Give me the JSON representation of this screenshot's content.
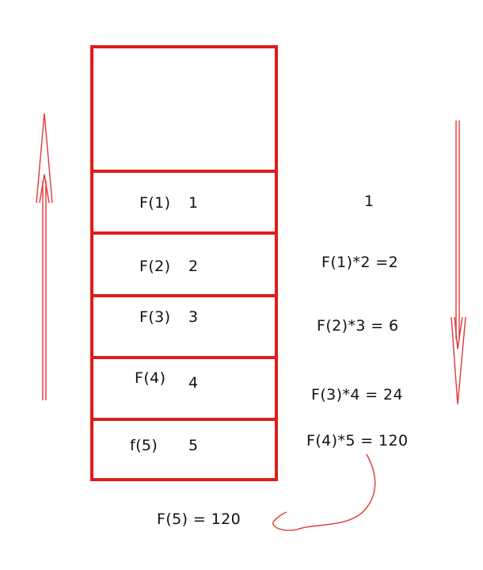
{
  "stack": {
    "frames": [
      {
        "name": "F(1)",
        "value": "1"
      },
      {
        "name": "F(2)",
        "value": "2"
      },
      {
        "name": "F(3)",
        "value": "3"
      },
      {
        "name": "F(4)",
        "value": "4"
      },
      {
        "name": "f(5)",
        "value": "5"
      }
    ]
  },
  "computations": [
    "1",
    "F(1)*2 =2",
    "F(2)*3 = 6",
    "F(3)*4 = 24",
    "F(4)*5 = 120"
  ],
  "result": "F(5) = 120",
  "colors": {
    "stack_border": "#e01b1b",
    "arrow": "#e23636",
    "text": "#111111"
  }
}
